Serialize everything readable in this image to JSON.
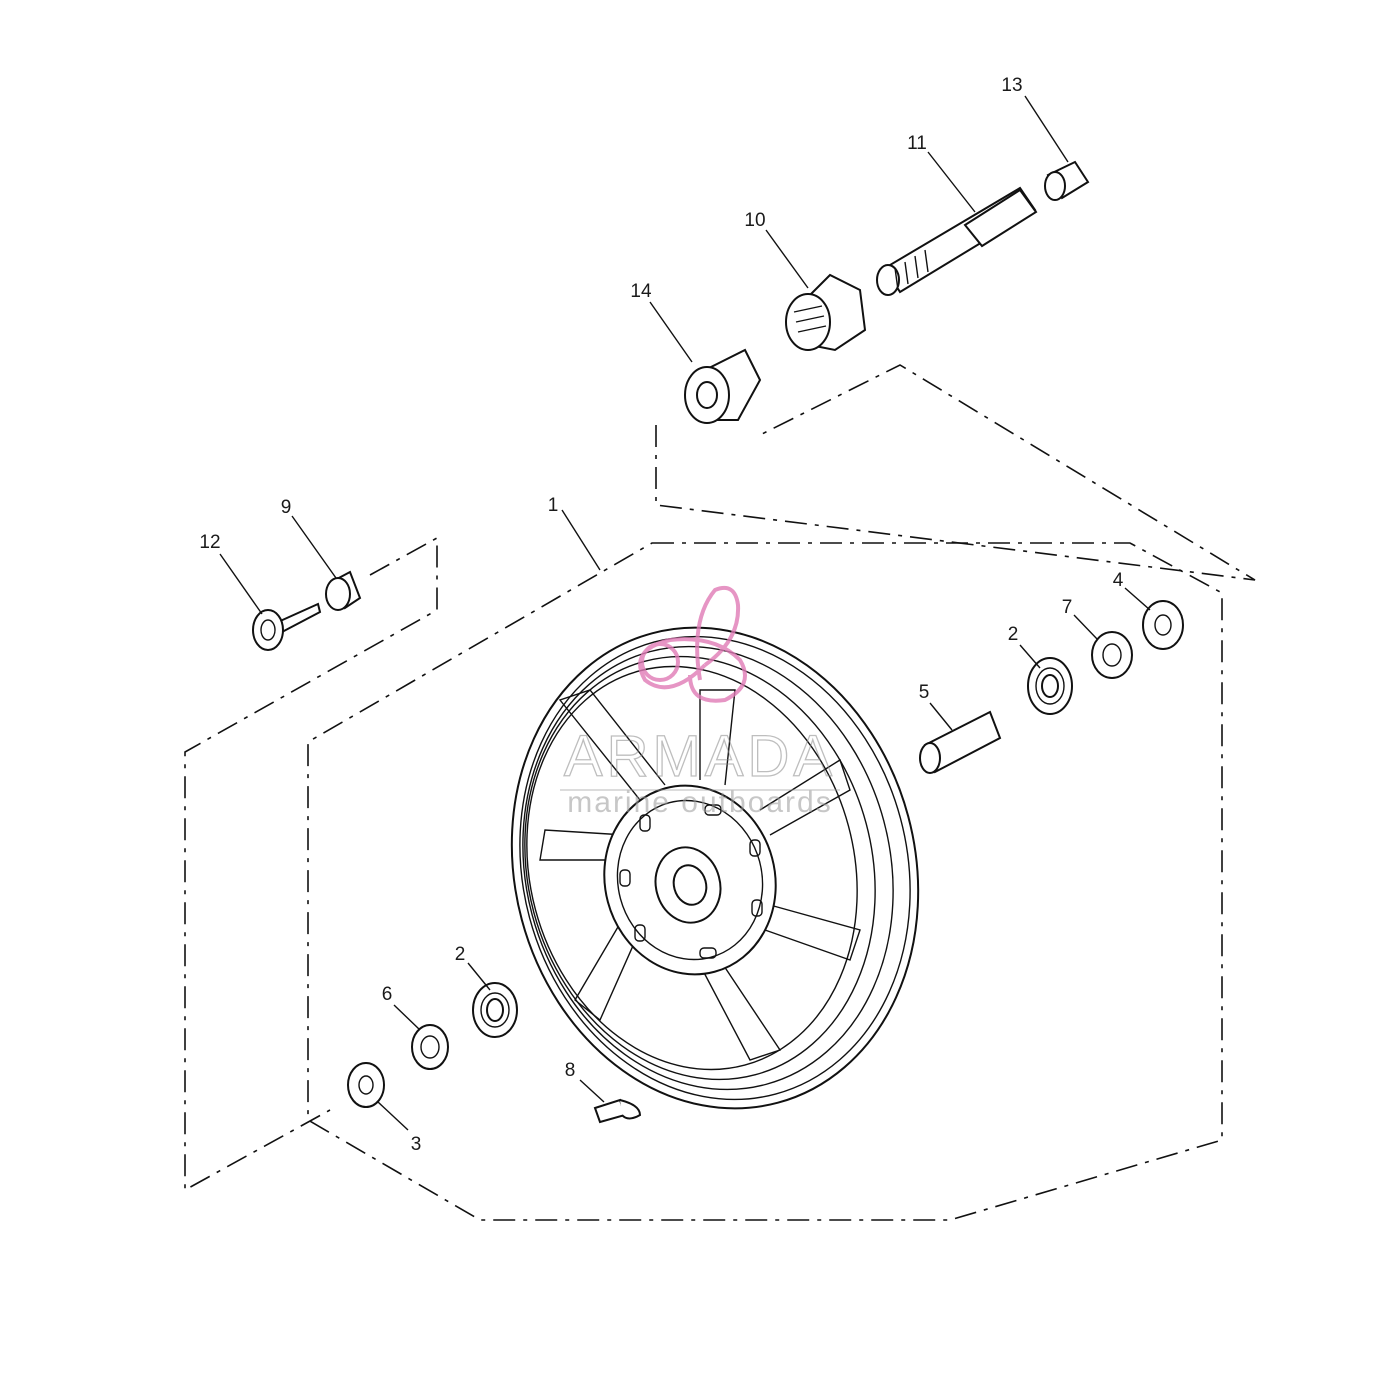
{
  "diagram": {
    "callouts": {
      "c1": "1",
      "c2a": "2",
      "c2b": "2",
      "c3": "3",
      "c4": "4",
      "c5": "5",
      "c6": "6",
      "c7": "7",
      "c8": "8",
      "c9": "9",
      "c10": "10",
      "c11": "11",
      "c12": "12",
      "c13": "13",
      "c14": "14"
    }
  },
  "watermark": {
    "brand": "ARMADA",
    "tagline": "marine outboards",
    "color": "#e07bb6"
  }
}
